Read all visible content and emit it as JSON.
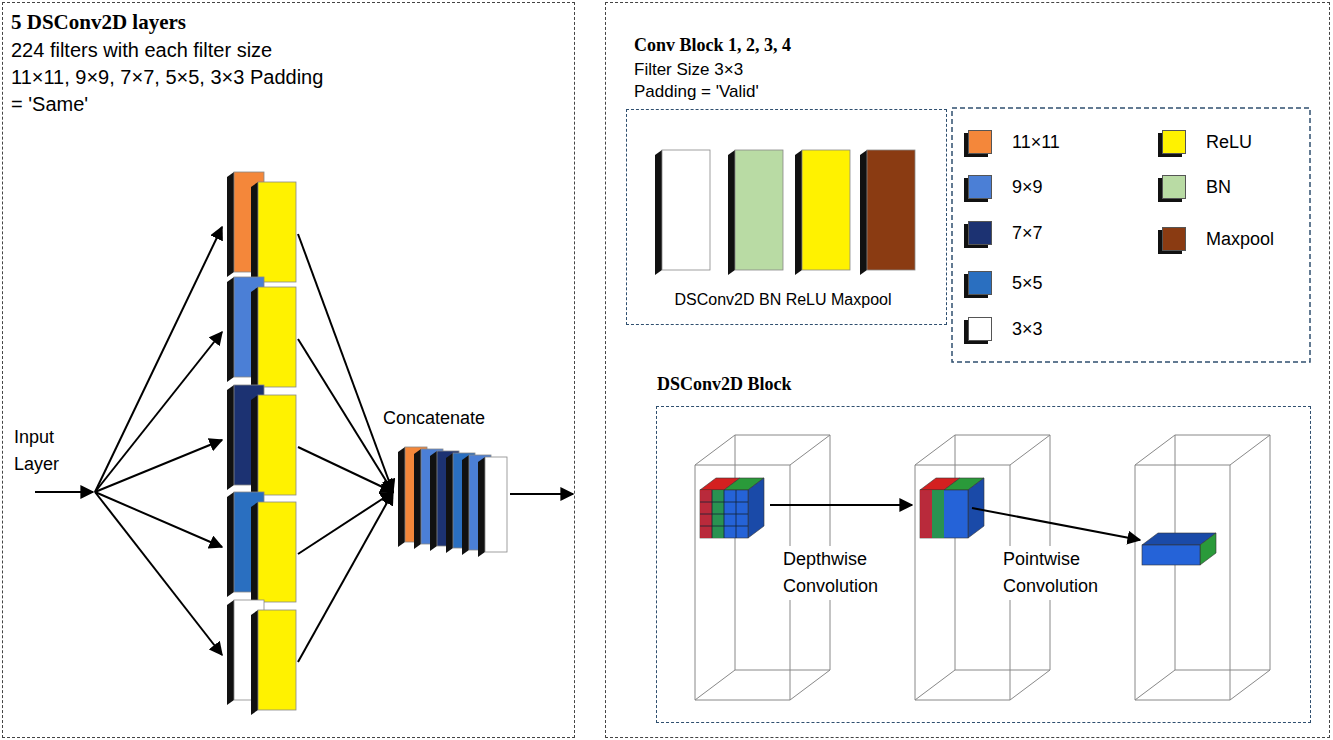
{
  "diagram": {
    "nodes": [
      {
        "text": [
          "5 DSConv2D layers",
          "224 filters with each filter size 11×11, 9×9, 7×7, 5×5, 3×3 Padding = 'Same'"
        ]
      },
      {
        "text": [
          "Conv Block 1, 2, 3, 4",
          "Filter Size 3×3 Padding = 'Valid'"
        ]
      },
      {
        "text": [
          "DSConv2D BN ReLU Maxpool"
        ],
        "in": 1
      },
      {
        "text": [
          "DSConv2D Block"
        ],
        "in": 1
      }
    ],
    "labels": [
      "Input Layer",
      "Concatenate",
      "Depthwise Convolution",
      "Pointwise Convolution"
    ],
    "legend": [
      {
        "text": "11×11",
        "color": "#f4873a"
      },
      {
        "text": "9×9",
        "color": "#4b7fd6"
      },
      {
        "text": "7×7",
        "color": "#1c3272"
      },
      {
        "text": "5×5",
        "color": "#2a6fc0"
      },
      {
        "text": "3×3",
        "color": "#ffffff"
      },
      {
        "text": "ReLU",
        "color": "#fff200"
      },
      {
        "text": "BN",
        "color": "#b9dba4"
      },
      {
        "text": "Maxpool",
        "color": "#8a3b12"
      }
    ]
  }
}
